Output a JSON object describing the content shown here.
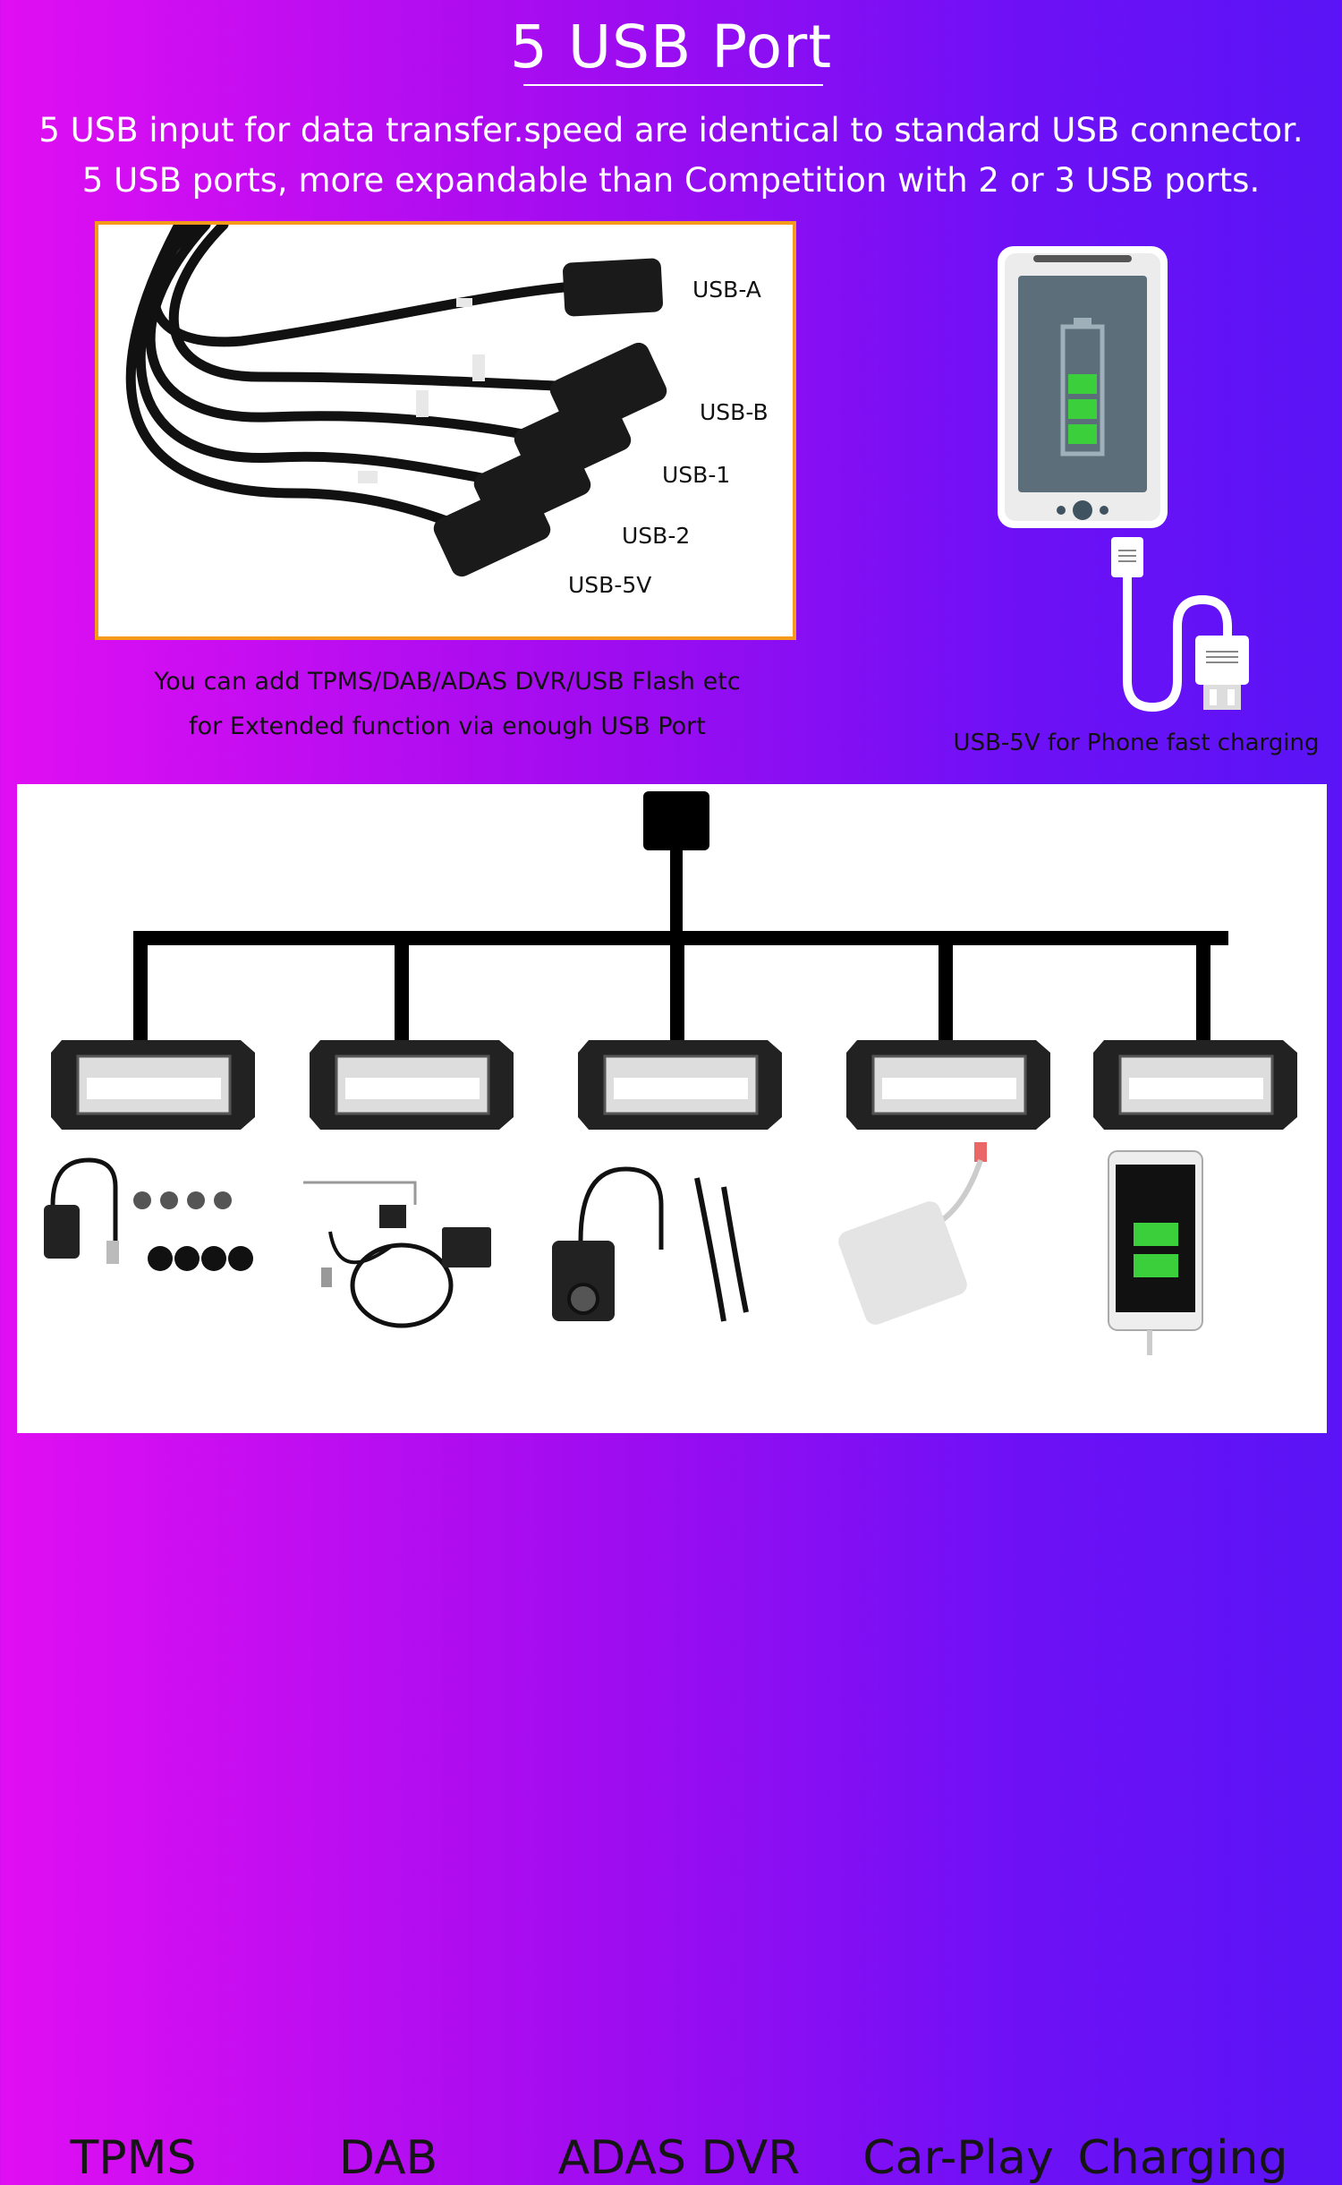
{
  "header": {
    "title": "5 USB Port",
    "line1": "5 USB input for data transfer.speed are identical to standard USB connector.",
    "line2": "5 USB ports, more expandable than Competition with 2 or 3 USB ports."
  },
  "cable": {
    "labels": [
      "USB-A",
      "USB-B",
      "USB-1",
      "USB-2",
      "USB-5V"
    ],
    "caption_line1": "You can add TPMS/DAB/ADAS DVR/USB Flash etc",
    "caption_line2": "for Extended function via enough USB Port"
  },
  "phone": {
    "caption": "USB-5V for Phone fast charging"
  },
  "devices": [
    {
      "label": "TPMS"
    },
    {
      "label": "DAB"
    },
    {
      "label": "ADAS DVR"
    },
    {
      "label": "Car-Play"
    },
    {
      "label": "Charging"
    }
  ],
  "colors": {
    "frame": "#f59a1d",
    "battery_green": "#3ccf3c",
    "gradient_left": "#e10ef2",
    "gradient_right": "#5a14f5"
  }
}
